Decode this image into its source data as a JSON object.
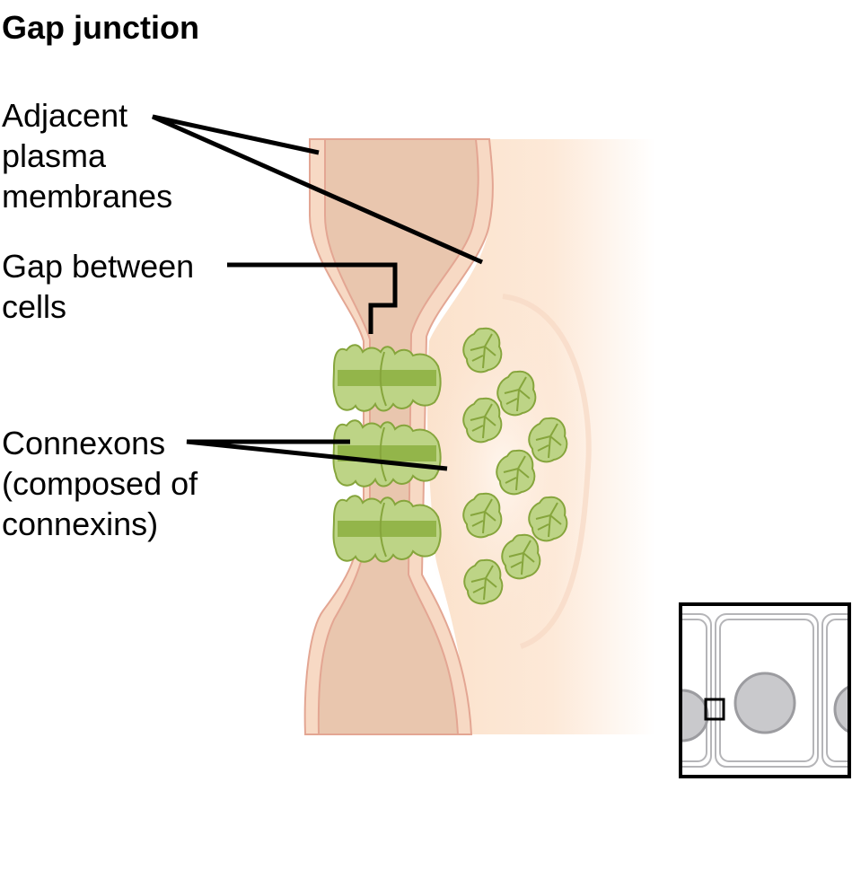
{
  "title": "Gap junction",
  "labels": {
    "membranes": [
      "Adjacent",
      "plasma",
      "membranes"
    ],
    "gap": [
      "Gap between",
      "cells"
    ],
    "connexons": [
      "Connexons",
      "(composed of",
      "connexins)"
    ]
  },
  "colors": {
    "cell_interior": "#e9c6ae",
    "membrane": "#f7d9c4",
    "membrane_edge": "#e3a693",
    "cytoplasm_light": "#fbe4cf",
    "connexon_fill": "#bdd486",
    "connexon_dark": "#93b54a",
    "connexon_edge": "#86a53c",
    "cell_nucleus": "#c9c9cc"
  },
  "icons": [
    "connexon-channel",
    "connexon-face-view",
    "tissue-inset"
  ]
}
